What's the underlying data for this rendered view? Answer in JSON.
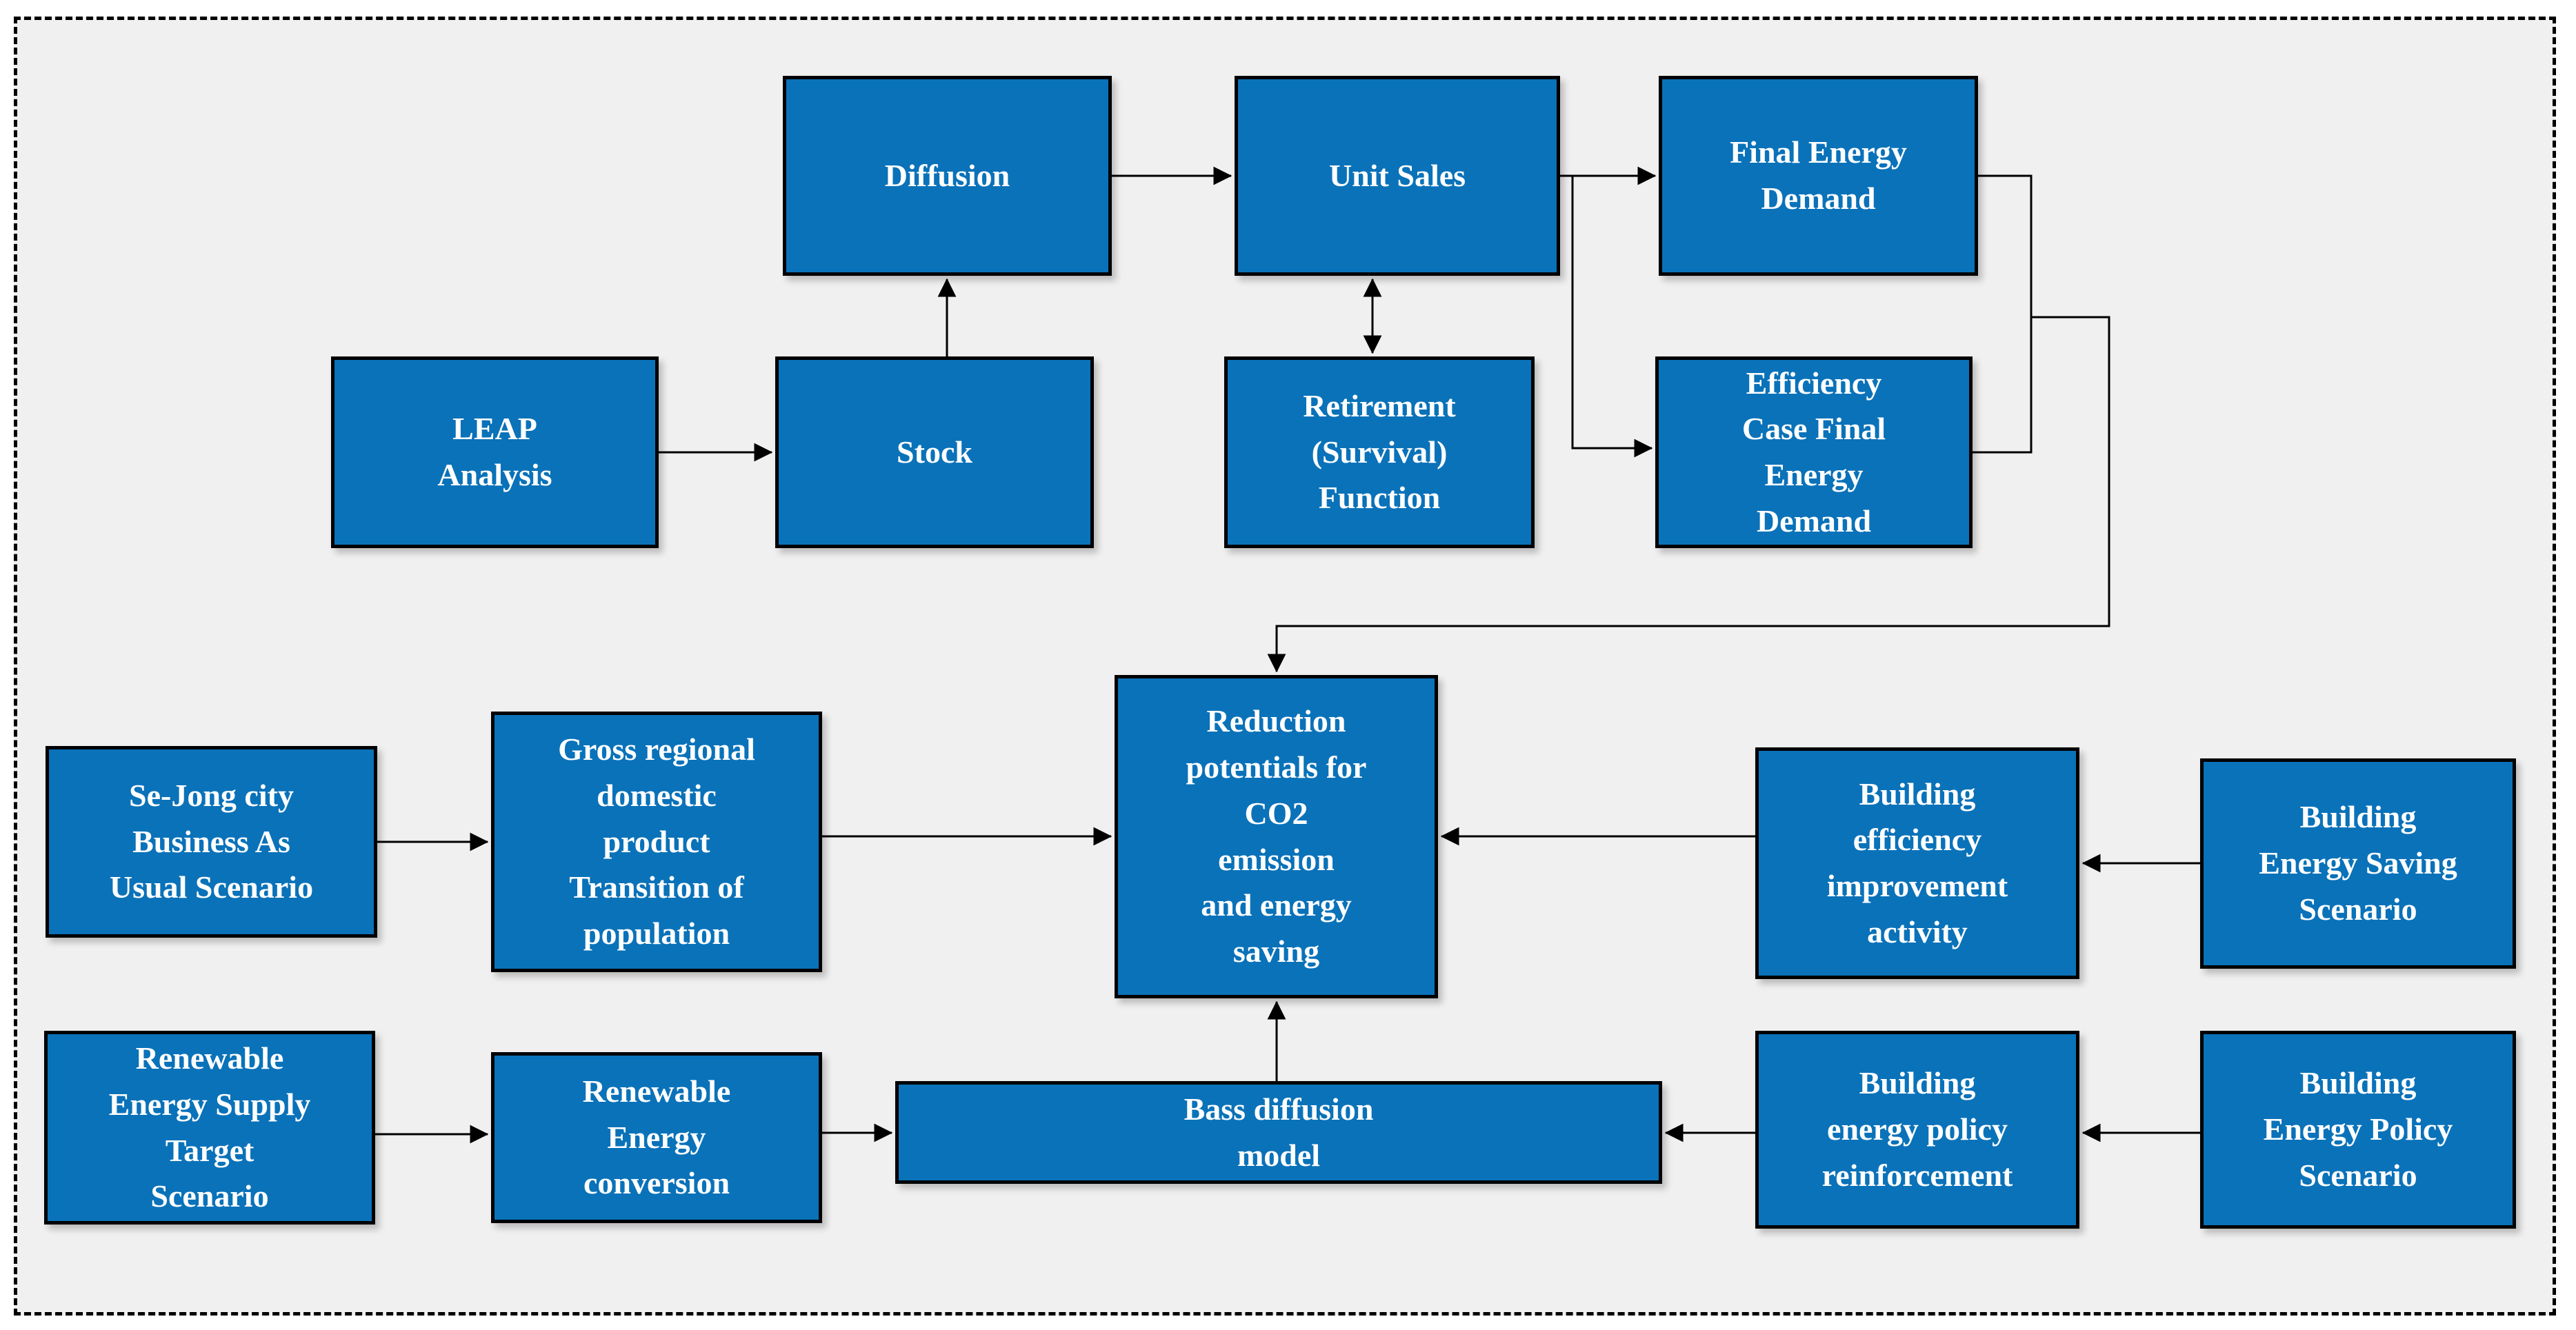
{
  "colors": {
    "box_fill": "#0A72B9",
    "box_border": "#000000",
    "box_text": "#FFFFFF",
    "canvas_background": "#F0F0F0",
    "page_background": "#FFFFFF",
    "connector": "#000000"
  },
  "nodes": {
    "diffusion": {
      "label": "Diffusion"
    },
    "unit_sales": {
      "label": "Unit Sales"
    },
    "final_energy_demand": {
      "label": "Final Energy\nDemand"
    },
    "leap_analysis": {
      "label": "LEAP\nAnalysis"
    },
    "stock": {
      "label": "Stock"
    },
    "retirement_survival_function": {
      "label": "Retirement\n(Survival)\nFunction"
    },
    "efficiency_case_final_energy_demand": {
      "label": "Efficiency\nCase Final\nEnergy\nDemand"
    },
    "reduction_potentials": {
      "label": "Reduction\npotentials for\nCO2\nemission\nand energy\nsaving"
    },
    "sejong_bau_scenario": {
      "label": "Se-Jong city\nBusiness As\nUsual Scenario"
    },
    "gross_regional_domestic_product": {
      "label": "Gross regional\ndomestic\nproduct\nTransition of\npopulation"
    },
    "building_efficiency_improvement": {
      "label": "Building\nefficiency\nimprovement\nactivity"
    },
    "building_energy_saving_scenario": {
      "label": "Building\nEnergy Saving\nScenario"
    },
    "renewable_energy_supply_target_scenario": {
      "label": "Renewable\nEnergy Supply\nTarget\nScenario"
    },
    "renewable_energy_conversion": {
      "label": "Renewable\nEnergy\nconversion"
    },
    "bass_diffusion_model": {
      "label": "Bass diffusion\nmodel"
    },
    "building_energy_policy_reinforcement": {
      "label": "Building\nenergy policy\nreinforcement"
    },
    "building_energy_policy_scenario": {
      "label": "Building\nEnergy Policy\nScenario"
    }
  },
  "edges": [
    {
      "from": "leap_analysis",
      "to": "stock",
      "type": "arrow"
    },
    {
      "from": "stock",
      "to": "diffusion",
      "type": "arrow"
    },
    {
      "from": "diffusion",
      "to": "unit_sales",
      "type": "arrow"
    },
    {
      "from": "unit_sales",
      "to": "retirement_survival_function",
      "type": "double-arrow"
    },
    {
      "from": "unit_sales",
      "to": "final_energy_demand",
      "type": "arrow"
    },
    {
      "from": "unit_sales",
      "to": "efficiency_case_final_energy_demand",
      "type": "arrow"
    },
    {
      "from": "final_energy_demand",
      "to": "reduction_potentials",
      "type": "merged-arrow"
    },
    {
      "from": "efficiency_case_final_energy_demand",
      "to": "reduction_potentials",
      "type": "merged-arrow"
    },
    {
      "from": "sejong_bau_scenario",
      "to": "gross_regional_domestic_product",
      "type": "arrow"
    },
    {
      "from": "gross_regional_domestic_product",
      "to": "reduction_potentials",
      "type": "arrow"
    },
    {
      "from": "building_energy_saving_scenario",
      "to": "building_efficiency_improvement",
      "type": "arrow"
    },
    {
      "from": "building_efficiency_improvement",
      "to": "reduction_potentials",
      "type": "arrow"
    },
    {
      "from": "renewable_energy_supply_target_scenario",
      "to": "renewable_energy_conversion",
      "type": "arrow"
    },
    {
      "from": "renewable_energy_conversion",
      "to": "bass_diffusion_model",
      "type": "arrow"
    },
    {
      "from": "building_energy_policy_scenario",
      "to": "building_energy_policy_reinforcement",
      "type": "arrow"
    },
    {
      "from": "building_energy_policy_reinforcement",
      "to": "bass_diffusion_model",
      "type": "arrow"
    },
    {
      "from": "bass_diffusion_model",
      "to": "reduction_potentials",
      "type": "arrow"
    }
  ]
}
